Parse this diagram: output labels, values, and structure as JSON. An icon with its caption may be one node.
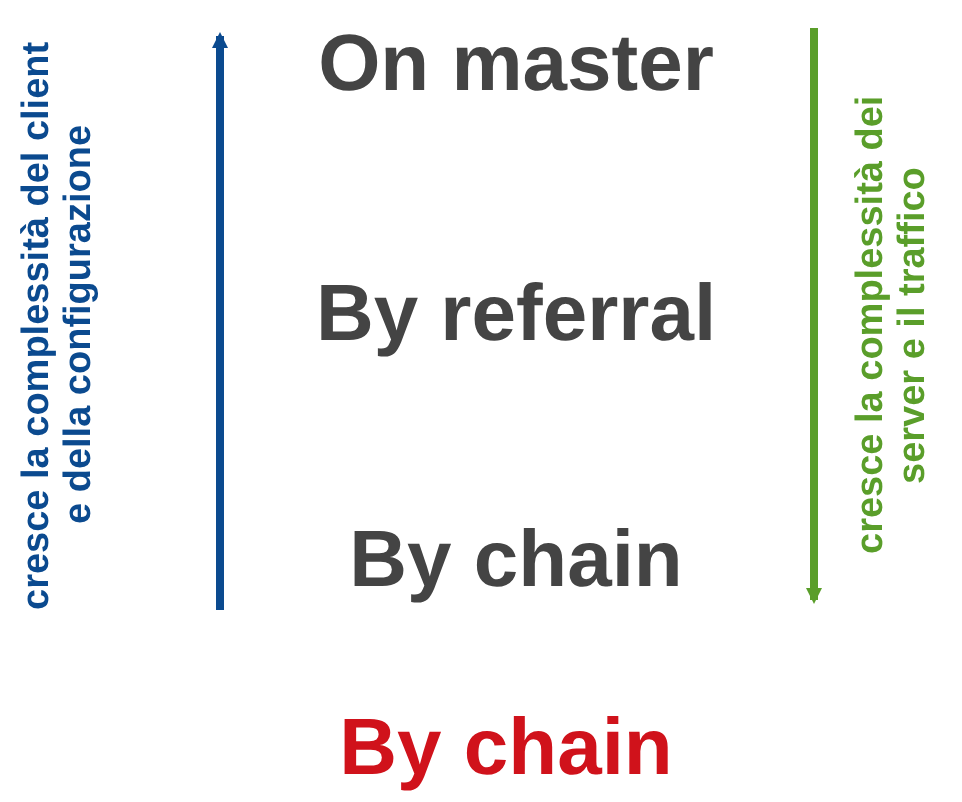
{
  "diagram": {
    "caption": "By chain",
    "labels": [
      "cresce la complessità del client e della configurazione",
      "On master",
      "By referral",
      "By chain",
      "cresce la complessità dei server e il traffico"
    ]
  }
}
